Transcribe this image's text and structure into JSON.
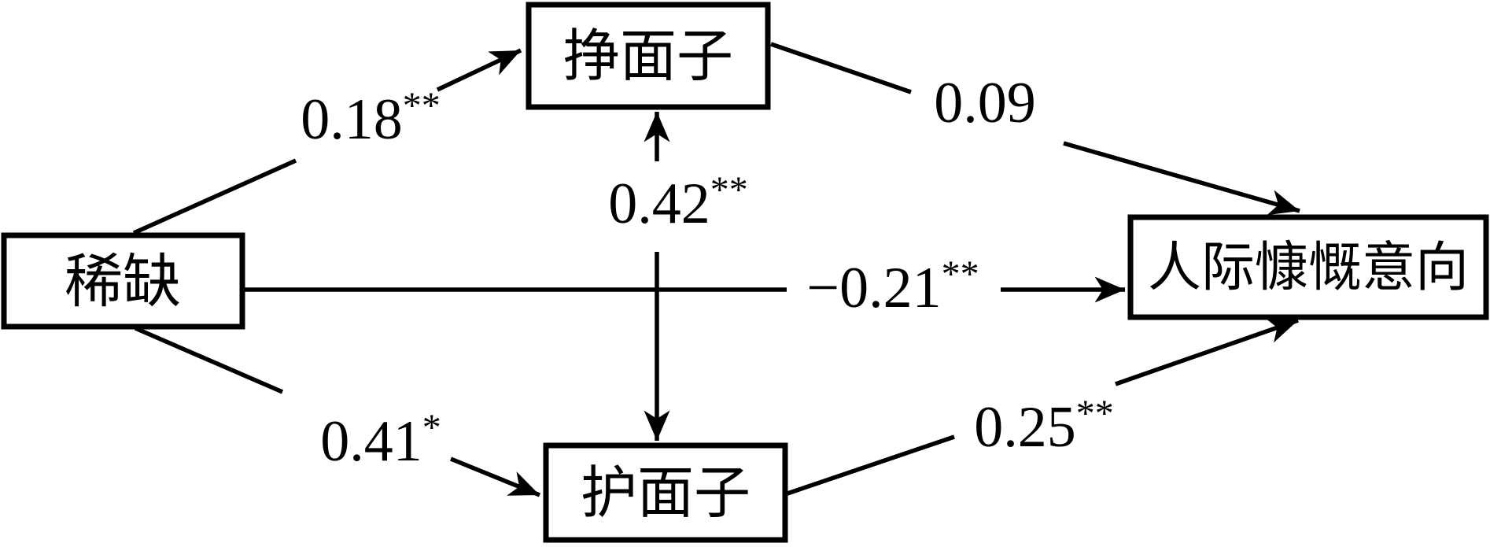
{
  "diagram": {
    "title": "mediation-path-model",
    "colors": {
      "line": "#000000",
      "background": "#ffffff"
    },
    "nodes": {
      "scarcity": {
        "label": "稀缺"
      },
      "gainFace": {
        "label": "挣面子"
      },
      "protectFace": {
        "label": "护面子"
      },
      "generosity": {
        "label": "人际慷慨意向"
      }
    },
    "edges": {
      "scarcityToGainFace": {
        "from": "稀缺",
        "to": "挣面子",
        "coef": "0.18",
        "sig": "**"
      },
      "scarcityToGenerosity": {
        "from": "稀缺",
        "to": "人际慷慨意向",
        "coef": "−0.21",
        "sig": "**"
      },
      "scarcityToProtectFace": {
        "from": "稀缺",
        "to": "护面子",
        "coef": "0.41",
        "sig": "*"
      },
      "gainFaceProtectFace": {
        "from": "挣面子",
        "to": "护面子",
        "coef": "0.42",
        "sig": "**",
        "bidirectional": true
      },
      "gainFaceToGenerosity": {
        "from": "挣面子",
        "to": "人际慷慨意向",
        "coef": "0.09",
        "sig": ""
      },
      "protectFaceToGenerosity": {
        "from": "护面子",
        "to": "人际慷慨意向",
        "coef": "0.25",
        "sig": "**"
      }
    }
  }
}
